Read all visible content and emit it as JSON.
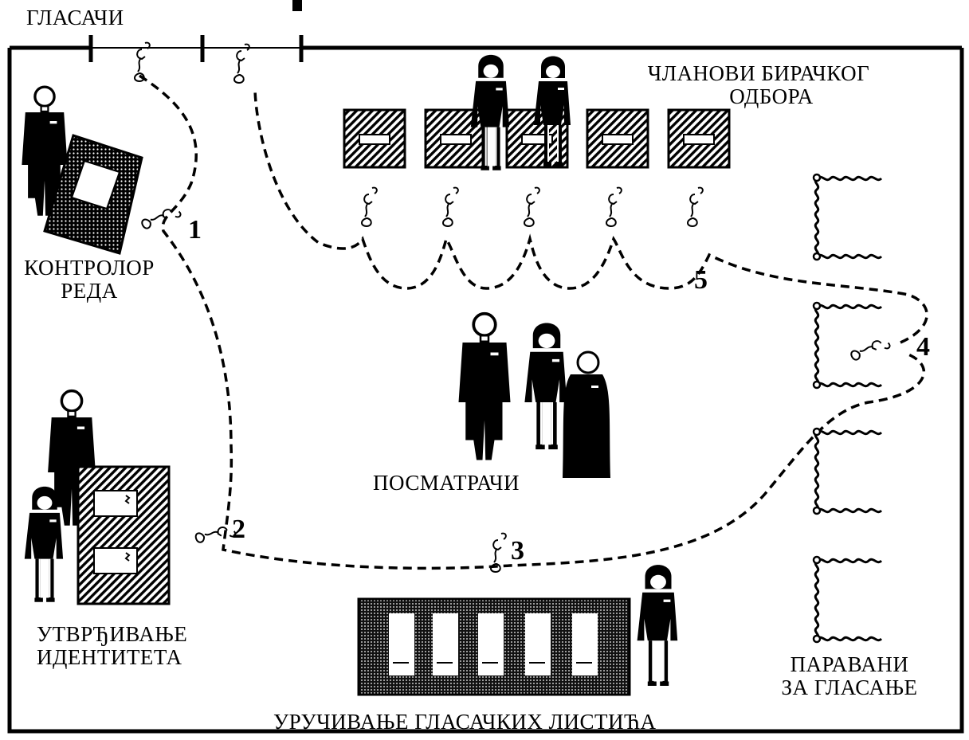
{
  "labels": {
    "voters": "ГЛАСАЧИ",
    "committee_line1": "ЧЛАНОВИ БИРАЧКОГ",
    "committee_line2": "ОДБОРА",
    "controller_line1": "КОНТРОЛОР",
    "controller_line2": "РЕДА",
    "observers": "ПОСМАТРАЧИ",
    "identity_line1": "УТВРЂИВАЊЕ",
    "identity_line2": "ИДЕНТИТЕТА",
    "ballots": "УРУЧИВАЊЕ ГЛАСАЧКИХ ЛИСТИЋА",
    "booths_line1": "ПАРАВАНИ",
    "booths_line2": "ЗА ГЛАСАЊЕ"
  },
  "steps": [
    "1",
    "2",
    "3",
    "4",
    "5"
  ],
  "colors": {
    "ink": "#000000",
    "paper": "#ffffff"
  }
}
